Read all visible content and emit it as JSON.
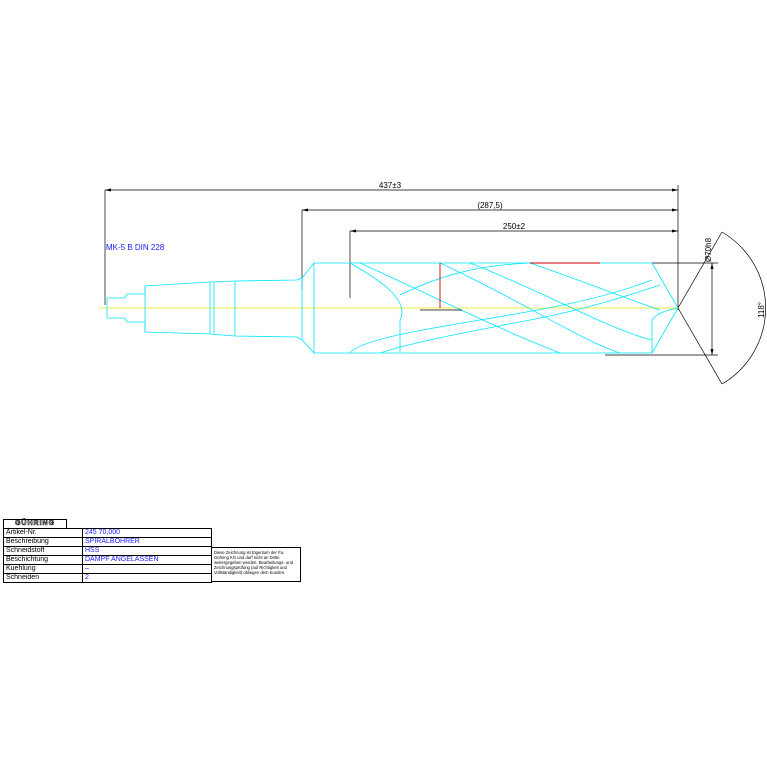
{
  "dimensions": {
    "overall_length": "437±3",
    "flute_ref_length": "(287,5)",
    "flute_length": "250±2",
    "diameter": "Ø70h8",
    "point_angle": "118°"
  },
  "taper_label": "MK-5 B DIN 228",
  "title_block": {
    "logo": "GÜHRING",
    "rows": [
      {
        "label": "Artikel-Nr.",
        "value": "245 70,000"
      },
      {
        "label": "Beschreibung",
        "value": "SPIRALBOHRER"
      },
      {
        "label": "Schneidstoff",
        "value": "HSS"
      },
      {
        "label": "Beschichtung",
        "value": "DAMPF ANGELASSEN"
      },
      {
        "label": "Kuehlung",
        "value": "–"
      },
      {
        "label": "Schneiden",
        "value": "2"
      }
    ],
    "note": "Diese Zeichnung ist Eigentum der Fa. Gühring KG und darf nicht an Dritte weitergegeben werden. Bearbeitungs- und Zeichnungsprüfung (auf Richtigkeit und Vollständigkeit) obliegen dem Kunden."
  },
  "colors": {
    "outline": "#00e5ff",
    "dimension": "#000000",
    "axis": "#ffff00",
    "cut": "#cc0000",
    "label": "#1a1aff"
  }
}
